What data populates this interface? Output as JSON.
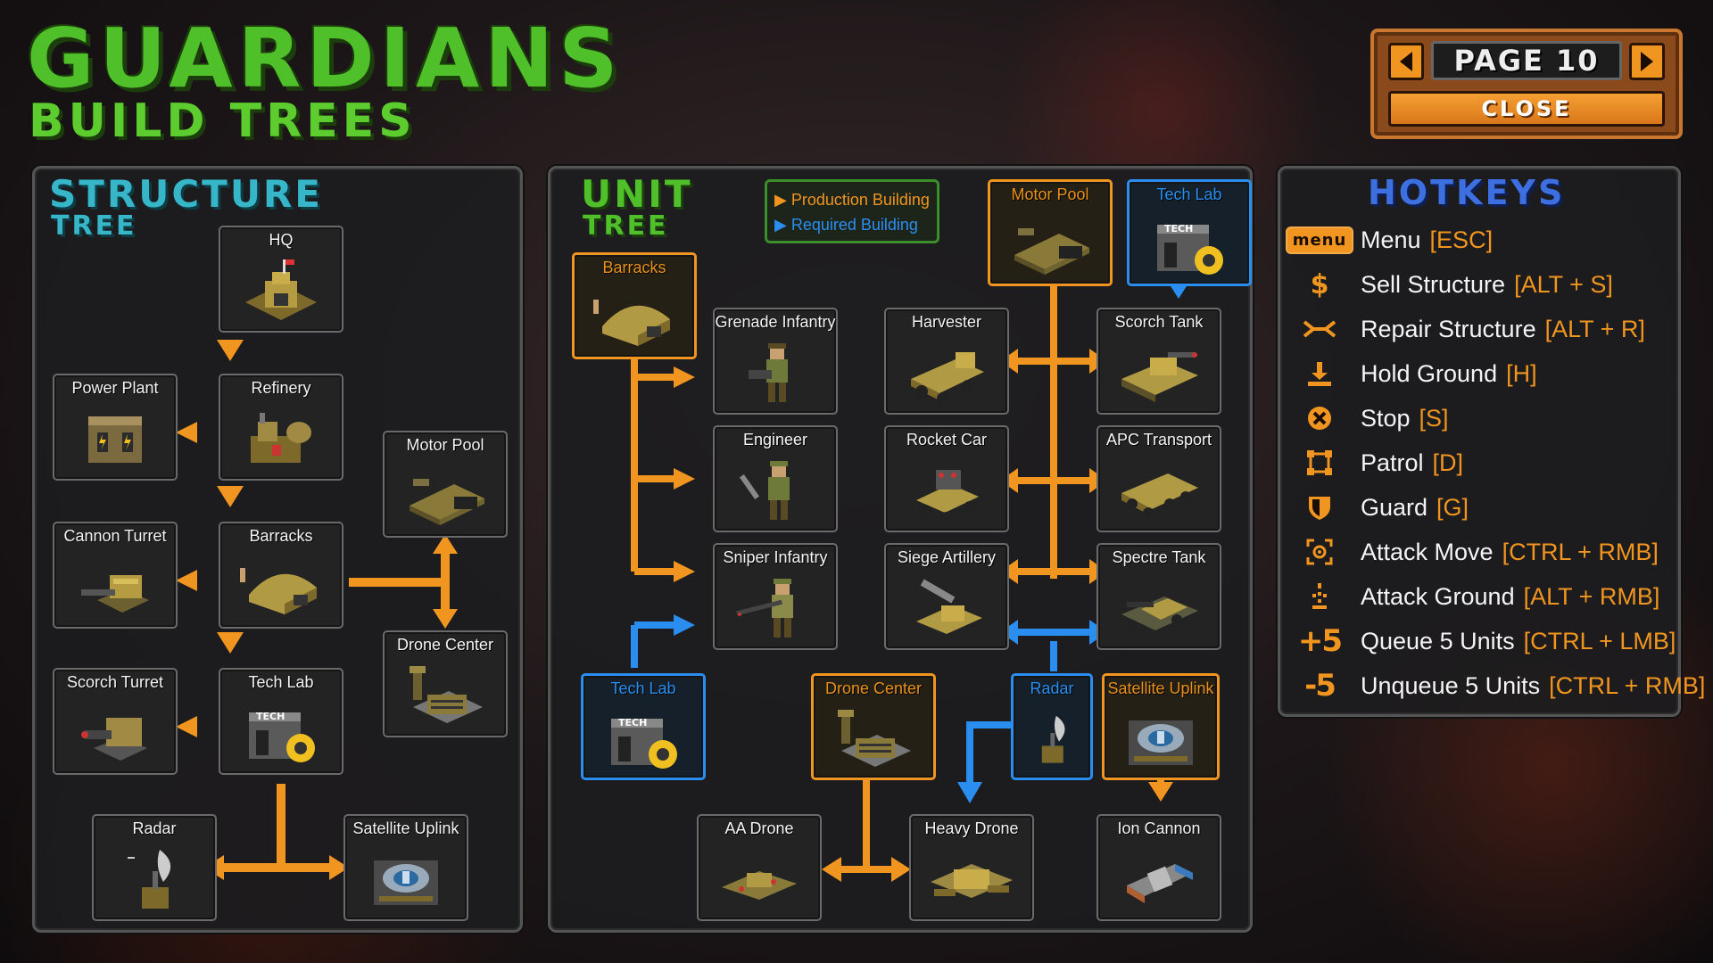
{
  "header": {
    "title": "GUARDIANS",
    "subtitle": "BUILD TREES"
  },
  "pager": {
    "page_label": "PAGE 10",
    "close_label": "CLOSE"
  },
  "structure_tree": {
    "title_line1": "STRUCTURE",
    "title_line2": "TREE",
    "nodes": {
      "hq": "HQ",
      "power_plant": "Power Plant",
      "refinery": "Refinery",
      "motor_pool": "Motor Pool",
      "cannon_turret": "Cannon Turret",
      "barracks": "Barracks",
      "drone_center": "Drone Center",
      "scorch_turret": "Scorch Turret",
      "tech_lab": "Tech Lab",
      "radar": "Radar",
      "satellite_uplink": "Satellite Uplink"
    }
  },
  "unit_tree": {
    "title_line1": "UNIT",
    "title_line2": "TREE",
    "legend": {
      "production": "Production Building",
      "required": "Required Building"
    },
    "nodes": {
      "barracks": "Barracks",
      "motor_pool": "Motor Pool",
      "tech_lab_top": "Tech Lab",
      "grenade_infantry": "Grenade Infantry",
      "harvester": "Harvester",
      "scorch_tank": "Scorch Tank",
      "engineer": "Engineer",
      "rocket_car": "Rocket Car",
      "apc_transport": "APC Transport",
      "sniper_infantry": "Sniper Infantry",
      "siege_artillery": "Siege Artillery",
      "spectre_tank": "Spectre Tank",
      "tech_lab_bottom": "Tech Lab",
      "drone_center": "Drone Center",
      "radar": "Radar",
      "satellite_uplink": "Satellite Uplink",
      "aa_drone": "AA Drone",
      "heavy_drone": "Heavy Drone",
      "ion_cannon": "Ion Cannon"
    }
  },
  "hotkeys": {
    "title": "HOTKEYS",
    "menu_badge": "menu",
    "queue_badge": "+5",
    "unqueue_badge": "-5",
    "items": [
      {
        "label": "Menu",
        "key": "[ESC]",
        "icon": "menu-icon"
      },
      {
        "label": "Sell Structure",
        "key": "[ALT + S]",
        "icon": "dollar-icon"
      },
      {
        "label": "Repair Structure",
        "key": "[ALT + R]",
        "icon": "wrench-icon"
      },
      {
        "label": "Hold Ground",
        "key": "[H]",
        "icon": "hold-ground-icon"
      },
      {
        "label": "Stop",
        "key": "[S]",
        "icon": "stop-icon"
      },
      {
        "label": "Patrol",
        "key": "[D]",
        "icon": "patrol-icon"
      },
      {
        "label": "Guard",
        "key": "[G]",
        "icon": "shield-icon"
      },
      {
        "label": "Attack Move",
        "key": "[CTRL + RMB]",
        "icon": "crosshair-icon"
      },
      {
        "label": "Attack Ground",
        "key": "[ALT + RMB]",
        "icon": "attack-ground-icon"
      },
      {
        "label": "Queue 5 Units",
        "key": "[CTRL + LMB]",
        "icon": "plus-five-icon"
      },
      {
        "label": "Unqueue 5 Units",
        "key": "[CTRL + RMB]",
        "icon": "minus-five-icon"
      }
    ]
  },
  "colors": {
    "production": "#f0951f",
    "required": "#2a8ef0",
    "structure_title": "#36b6c8",
    "unit_title": "#4fbf2a",
    "hotkeys_title": "#3d6fe0"
  }
}
